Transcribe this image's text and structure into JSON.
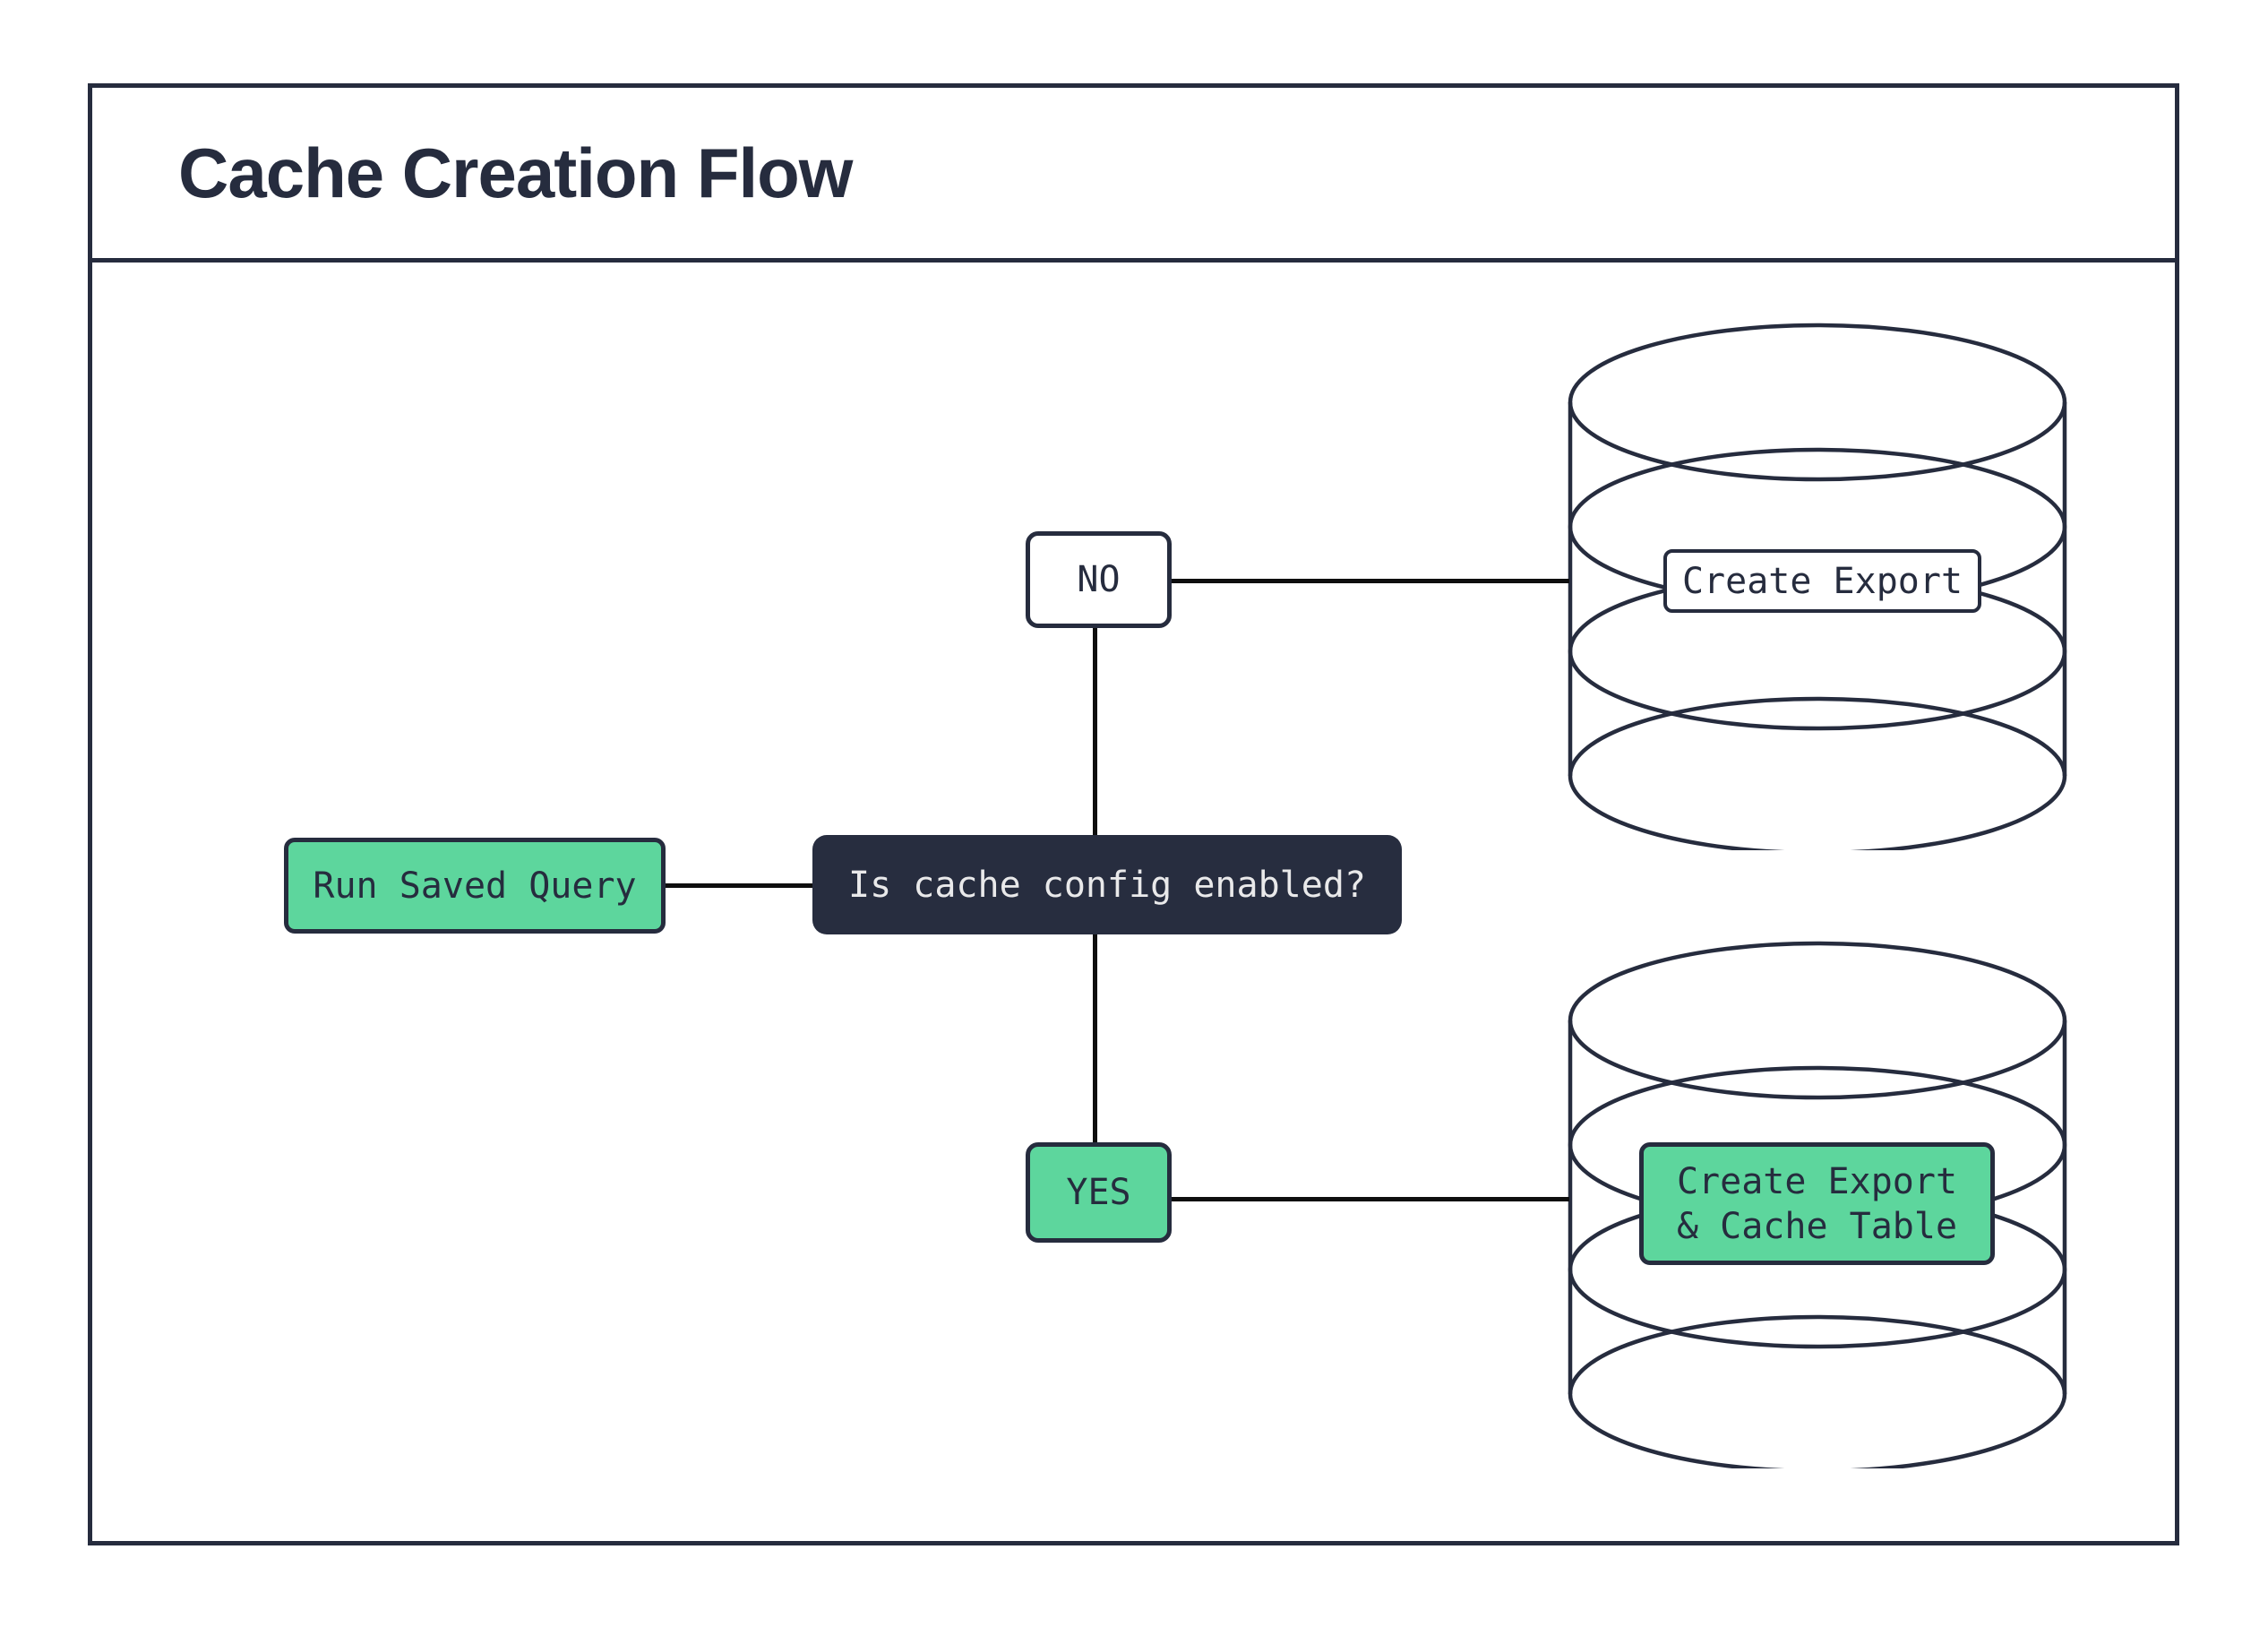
{
  "header": {
    "title": "Cache Creation Flow"
  },
  "flow": {
    "start_node": {
      "label": "Run Saved Query"
    },
    "decision_node": {
      "label": "Is cache config enabled?"
    },
    "branch_no": {
      "label": "NO"
    },
    "branch_yes": {
      "label": "YES"
    },
    "outcome_no": {
      "label": "Create Export"
    },
    "outcome_yes": {
      "label": "Create Export & Cache Table",
      "line1": "Create Export",
      "line2": "& Cache Table"
    }
  },
  "colors": {
    "ink": "#262C3E",
    "green": "#5DD69D",
    "dark_fill": "#272D3F",
    "light_text": "#E9E9EA",
    "line": "#0E0E0E",
    "white": "#FFFFFF"
  }
}
